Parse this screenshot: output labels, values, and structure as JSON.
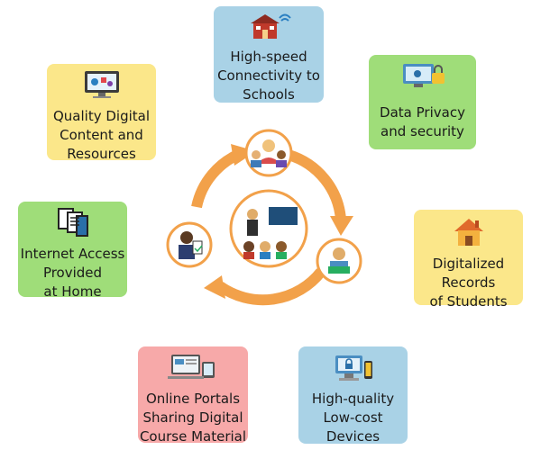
{
  "nodes": {
    "connectivity": {
      "label": "High-speed\nConnectivity to\nSchools",
      "icon": "school-wifi-icon"
    },
    "privacy": {
      "label": "Data Privacy\nand security",
      "icon": "data-security-icon"
    },
    "records": {
      "label": "Digitalized\nRecords\nof Students",
      "icon": "house-icon"
    },
    "devices": {
      "label": "High-quality\nLow-cost\nDevices",
      "icon": "devices-icon"
    },
    "portals": {
      "label": "Online Portals\nSharing Digital\nCourse Material",
      "icon": "online-portal-icon"
    },
    "internet": {
      "label": "Internet Access\nProvided\nat Home",
      "icon": "documents-icon"
    },
    "content": {
      "label": "Quality Digital\nContent and\nResources",
      "icon": "digital-content-icon"
    }
  },
  "colors": {
    "arrow": "#f2a14a",
    "blue": "#a9d2e6",
    "green": "#9fdd79",
    "yellow": "#fbe78a",
    "pink": "#f7a9a9"
  }
}
